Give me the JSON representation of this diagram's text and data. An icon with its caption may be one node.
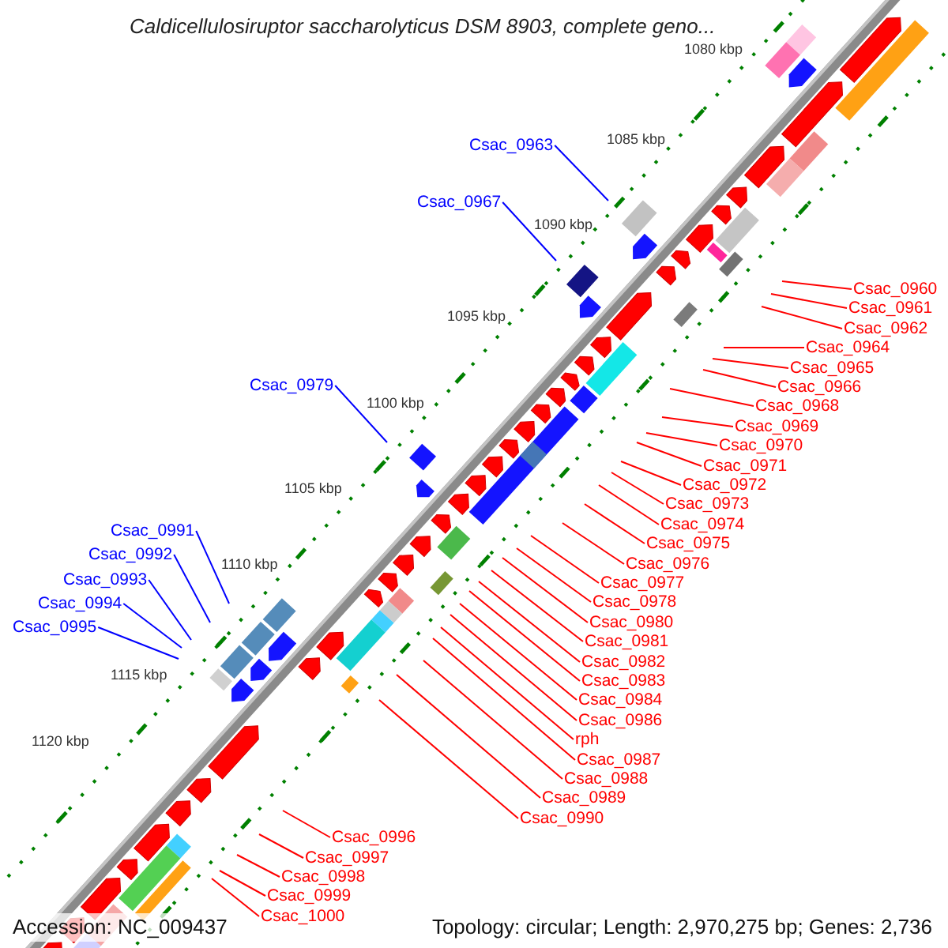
{
  "diagram": {
    "title": "Caldicellulosiruptor saccharolyticus DSM 8903, complete geno...",
    "nodes": [
      {
        "text": [
          "Csac_0963"
        ]
      },
      {
        "text": [
          "Csac_0967"
        ]
      },
      {
        "text": [
          "Csac_0960"
        ]
      },
      {
        "text": [
          "Csac_0961"
        ]
      },
      {
        "text": [
          "Csac_0962"
        ]
      },
      {
        "text": [
          "Csac_0964"
        ]
      },
      {
        "text": [
          "Csac_0965"
        ]
      },
      {
        "text": [
          "Csac_0979"
        ]
      },
      {
        "text": [
          "Csac_0966"
        ]
      },
      {
        "text": [
          "Csac_0968"
        ]
      },
      {
        "text": [
          "Csac_0969"
        ]
      },
      {
        "text": [
          "Csac_0970"
        ]
      },
      {
        "text": [
          "Csac_0971"
        ]
      },
      {
        "text": [
          "Csac_0972"
        ]
      },
      {
        "text": [
          "Csac_0973"
        ]
      },
      {
        "text": [
          "Csac_0974"
        ]
      },
      {
        "text": [
          "Csac_0991"
        ]
      },
      {
        "text": [
          "Csac_0975"
        ]
      },
      {
        "text": [
          "Csac_0992"
        ]
      },
      {
        "text": [
          "Csac_0976"
        ]
      },
      {
        "text": [
          "Csac_0993"
        ]
      },
      {
        "text": [
          "Csac_0977"
        ]
      },
      {
        "text": [
          "Csac_0978"
        ]
      },
      {
        "text": [
          "Csac_0994"
        ]
      },
      {
        "text": [
          "Csac_0980"
        ]
      },
      {
        "text": [
          "Csac_0995"
        ]
      },
      {
        "text": [
          "Csac_0981"
        ]
      },
      {
        "text": [
          "Csac_0982"
        ]
      },
      {
        "text": [
          "Csac_0983"
        ]
      },
      {
        "text": [
          "Csac_0984"
        ]
      },
      {
        "text": [
          "Csac_0986"
        ]
      },
      {
        "text": [
          "rph"
        ]
      },
      {
        "text": [
          "Csac_0987"
        ]
      },
      {
        "text": [
          "Csac_0988"
        ]
      },
      {
        "text": [
          "Csac_0989"
        ]
      },
      {
        "text": [
          "Csac_0990"
        ]
      },
      {
        "text": [
          "Csac_0996"
        ]
      },
      {
        "text": [
          "Csac_0997"
        ]
      },
      {
        "text": [
          "Csac_0998"
        ]
      },
      {
        "text": [
          "Csac_0999"
        ]
      },
      {
        "text": [
          "Csac_1000"
        ]
      }
    ],
    "edges": [
      {
        "from": 0,
        "to": null,
        "arrow": "none",
        "color": "#0000ff"
      },
      {
        "from": 1,
        "to": null,
        "arrow": "none",
        "color": "#0000ff"
      },
      {
        "from": 2,
        "to": null,
        "arrow": "none"
      },
      {
        "from": 3,
        "to": null,
        "arrow": "none"
      },
      {
        "from": 4,
        "to": null,
        "arrow": "none"
      },
      {
        "from": 5,
        "to": null,
        "arrow": "none"
      },
      {
        "from": 6,
        "to": null,
        "arrow": "none"
      },
      {
        "from": 7,
        "to": null,
        "arrow": "none",
        "color": "#0000ff"
      },
      {
        "from": 8,
        "to": null,
        "arrow": "none"
      },
      {
        "from": 9,
        "to": null,
        "arrow": "none"
      },
      {
        "from": 10,
        "to": null,
        "arrow": "none"
      },
      {
        "from": 11,
        "to": null,
        "arrow": "none"
      },
      {
        "from": 12,
        "to": null,
        "arrow": "none"
      },
      {
        "from": 13,
        "to": null,
        "arrow": "none"
      },
      {
        "from": 14,
        "to": null,
        "arrow": "none"
      },
      {
        "from": 15,
        "to": null,
        "arrow": "none"
      },
      {
        "from": 16,
        "to": null,
        "arrow": "none",
        "color": "#0000ff"
      },
      {
        "from": 17,
        "to": null,
        "arrow": "none"
      },
      {
        "from": 18,
        "to": null,
        "arrow": "none",
        "color": "#0000ff"
      },
      {
        "from": 19,
        "to": null,
        "arrow": "none"
      },
      {
        "from": 20,
        "to": null,
        "arrow": "none",
        "color": "#0000ff"
      },
      {
        "from": 21,
        "to": null,
        "arrow": "none"
      },
      {
        "from": 22,
        "to": null,
        "arrow": "none"
      },
      {
        "from": 23,
        "to": null,
        "arrow": "none",
        "color": "#0000ff"
      },
      {
        "from": 24,
        "to": null,
        "arrow": "none"
      },
      {
        "from": 25,
        "to": null,
        "arrow": "none",
        "color": "#0000ff"
      },
      {
        "from": 26,
        "to": null,
        "arrow": "none"
      },
      {
        "from": 27,
        "to": null,
        "arrow": "none"
      },
      {
        "from": 28,
        "to": null,
        "arrow": "none"
      },
      {
        "from": 29,
        "to": null,
        "arrow": "none"
      },
      {
        "from": 30,
        "to": null,
        "arrow": "none"
      },
      {
        "from": 31,
        "to": null,
        "arrow": "none"
      },
      {
        "from": 32,
        "to": null,
        "arrow": "none"
      },
      {
        "from": 33,
        "to": null,
        "arrow": "none"
      },
      {
        "from": 34,
        "to": null,
        "arrow": "none"
      },
      {
        "from": 35,
        "to": null,
        "arrow": "none"
      },
      {
        "from": 36,
        "to": null,
        "arrow": "none"
      },
      {
        "from": 37,
        "to": null,
        "arrow": "none"
      },
      {
        "from": 38,
        "to": null,
        "arrow": "none"
      },
      {
        "from": 39,
        "to": null,
        "arrow": "none"
      },
      {
        "from": 40,
        "to": null,
        "arrow": "none"
      }
    ],
    "labels": [
      "1080 kbp",
      "1085 kbp",
      "1090 kbp",
      "1095 kbp",
      "1100 kbp",
      "1105 kbp",
      "1110 kbp",
      "1115 kbp",
      "1120 kbp",
      "Accession: NC_009437",
      "Topology: circular; Length: 2,970,275 bp; Genes: 2,736"
    ]
  }
}
